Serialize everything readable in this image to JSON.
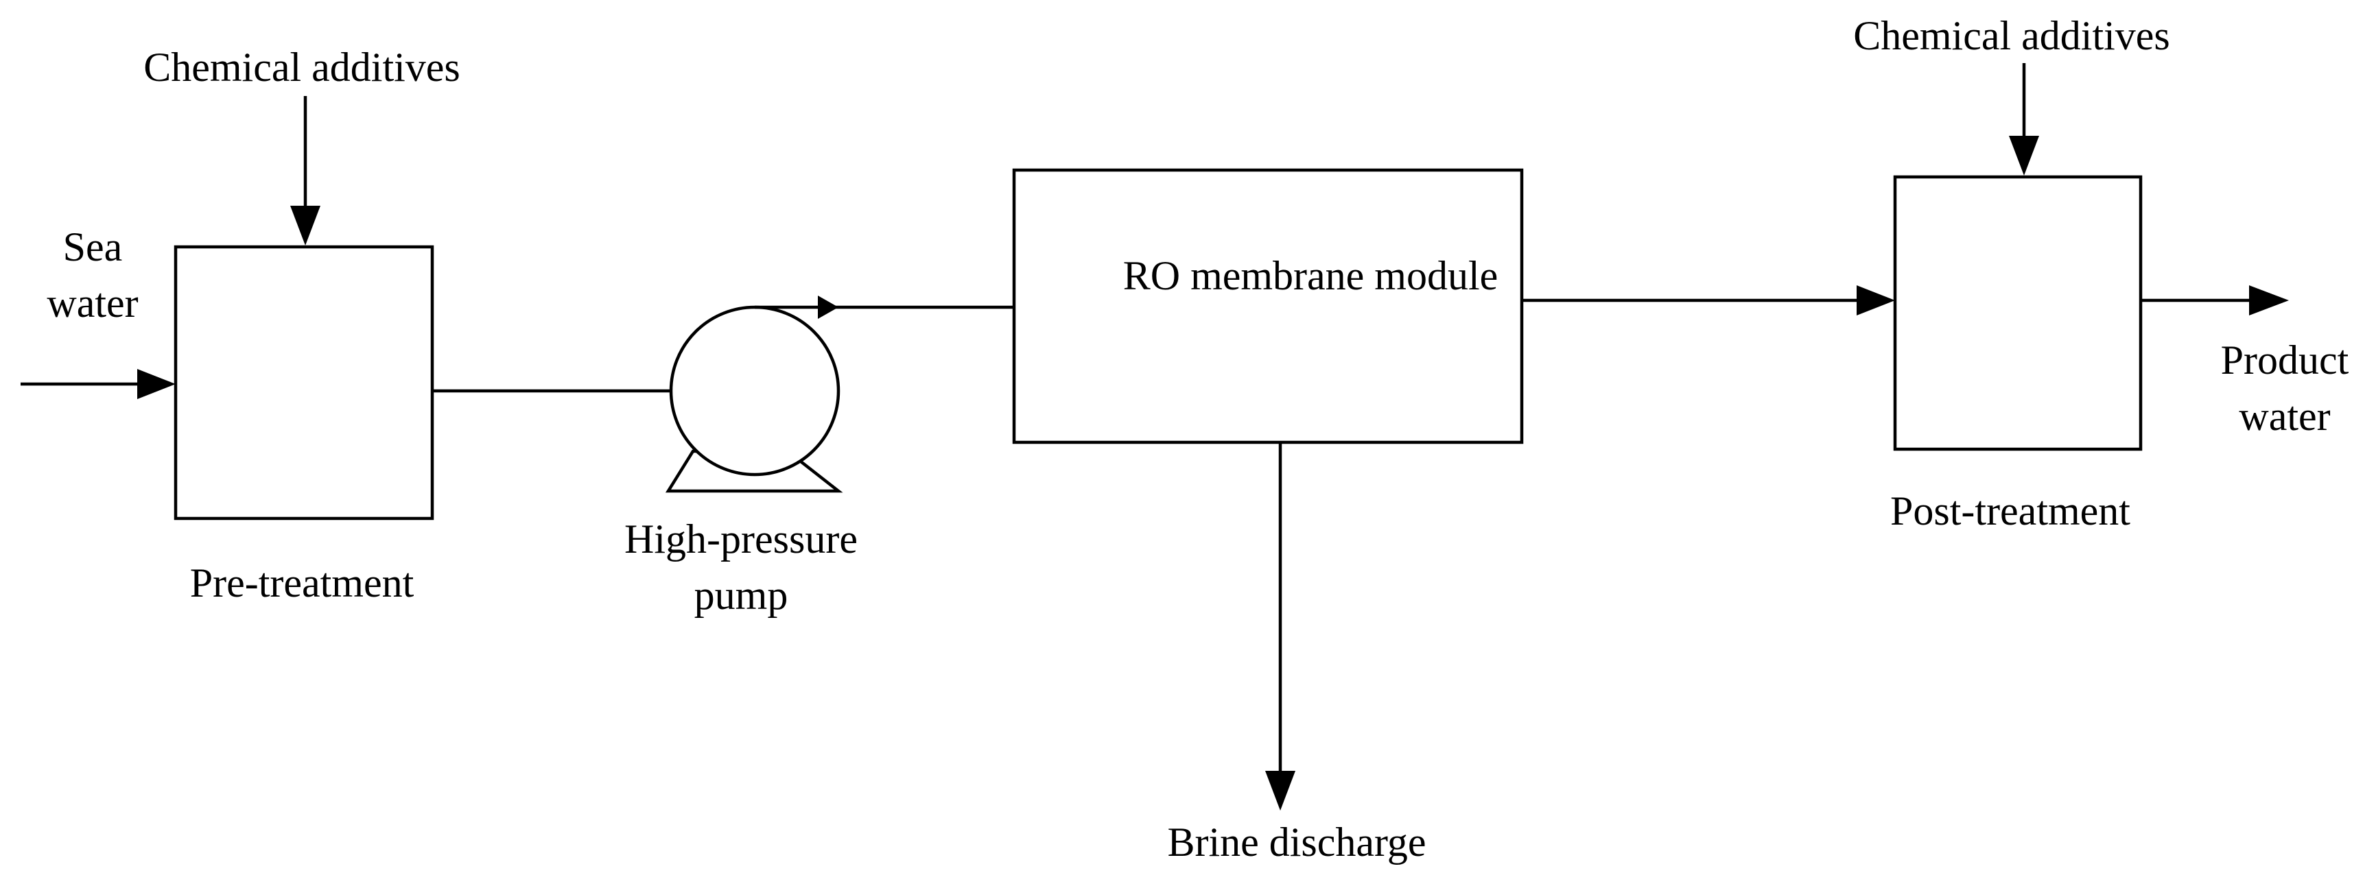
{
  "diagram": {
    "sea_water": [
      "Sea",
      "water"
    ],
    "chem_additives_pre": "Chemical additives",
    "pretreatment": "Pre-treatment",
    "pump": [
      "High-pressure",
      "pump"
    ],
    "ro_module": "RO membrane module",
    "brine": "Brine discharge",
    "chem_additives_post": "Chemical additives",
    "posttreatment": "Post-treatment",
    "product_water": [
      "Product",
      "water"
    ]
  }
}
